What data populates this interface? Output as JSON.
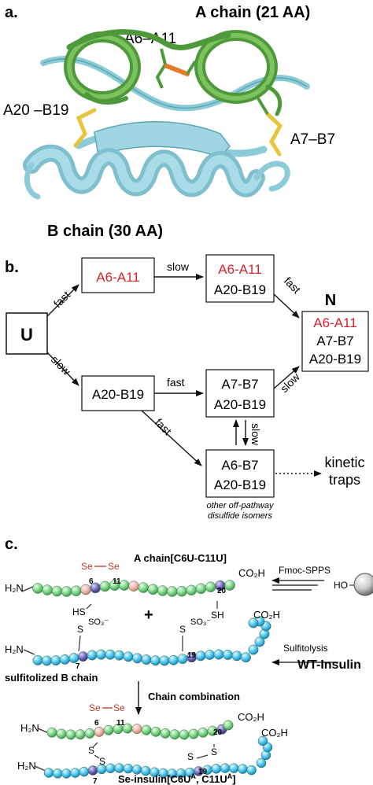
{
  "panel_a": {
    "label": "a.",
    "a_chain": "A chain (21 AA)",
    "b_chain": "B chain (30 AA)",
    "bonds": {
      "a6a11": "A6–A11",
      "a20b19": "A20 –B19",
      "a7b7": "A7–B7"
    },
    "colors": {
      "a_chain": "#4e9a3a",
      "b_chain": "#8ccbd8",
      "disulfide": "#e8c53a",
      "diselenide": "#e57b2a"
    }
  },
  "panel_b": {
    "label": "b.",
    "U": "U",
    "N": "N",
    "box1": "A6-A11",
    "box2_line1": "A6-A11",
    "box2_line2": "A20-B19",
    "box3": "A20-B19",
    "box4_line1": "A7-B7",
    "box4_line2": "A20-B19",
    "box5_line1": "A6-B7",
    "box5_line2": "A20-B19",
    "n_line1": "A6-A11",
    "n_line2": "A7-B7",
    "n_line3": "A20-B19",
    "rate_fast": "fast",
    "rate_slow": "slow",
    "kinetic": "kinetic",
    "traps": "traps",
    "isomers_line1": "other off-pathway",
    "isomers_line2": "disulfide isomers",
    "colors": {
      "highlight": "#d6232b"
    }
  },
  "panel_c": {
    "label": "c.",
    "a_chain_title": "A chain[C6U-C11U]",
    "fmoc": "Fmoc-SPPS",
    "ho": "HO",
    "h2n": "H₂N",
    "co2h": "CO₂H",
    "se": "Se",
    "sh": "SH",
    "hs": "HS",
    "s": "S",
    "so3": "SO₃⁻",
    "plus": "+",
    "n6": "6",
    "n7": "7",
    "n11": "11",
    "n19": "19",
    "n20": "20",
    "sulfitolysis": "Sulfitolysis",
    "wt_insulin": "WT-Insulin",
    "sulfitolized": "sulfitolized B chain",
    "chain_combination": "Chain combination",
    "se_insulin": "Se-insulin[C6U",
    "se_insulin_sup1": "A",
    "se_insulin_mid": ", C11U",
    "se_insulin_sup2": "A",
    "se_insulin_end": "]",
    "colors": {
      "green_bead": "#7fd48a",
      "blue_bead": "#49c4ef",
      "pink_bead": "#f2b7ae",
      "purple_bead": "#6f64b7"
    }
  }
}
